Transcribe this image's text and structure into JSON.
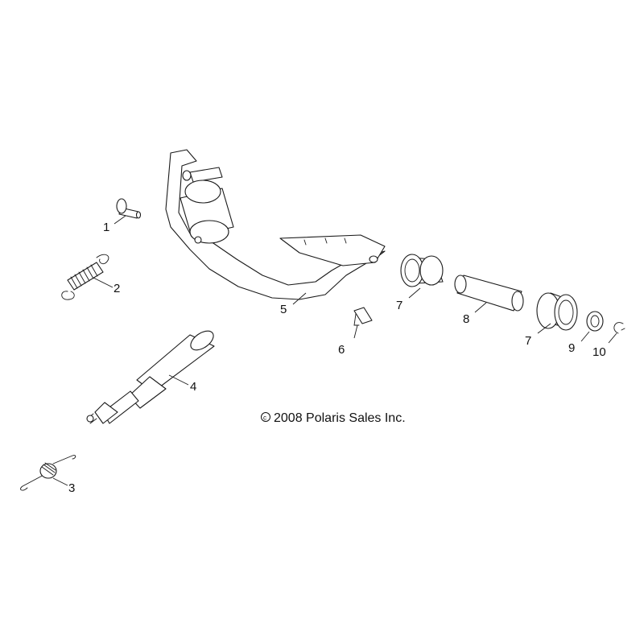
{
  "diagram": {
    "callouts": [
      {
        "id": "1",
        "label": "1"
      },
      {
        "id": "2",
        "label": "2"
      },
      {
        "id": "3",
        "label": "3"
      },
      {
        "id": "4",
        "label": "4"
      },
      {
        "id": "5",
        "label": "5"
      },
      {
        "id": "6",
        "label": "6"
      },
      {
        "id": "7a",
        "label": "7"
      },
      {
        "id": "8",
        "label": "8"
      },
      {
        "id": "7b",
        "label": "7"
      },
      {
        "id": "9",
        "label": "9"
      },
      {
        "id": "10",
        "label": "10"
      }
    ],
    "copyright": "2008 Polaris Sales Inc."
  }
}
